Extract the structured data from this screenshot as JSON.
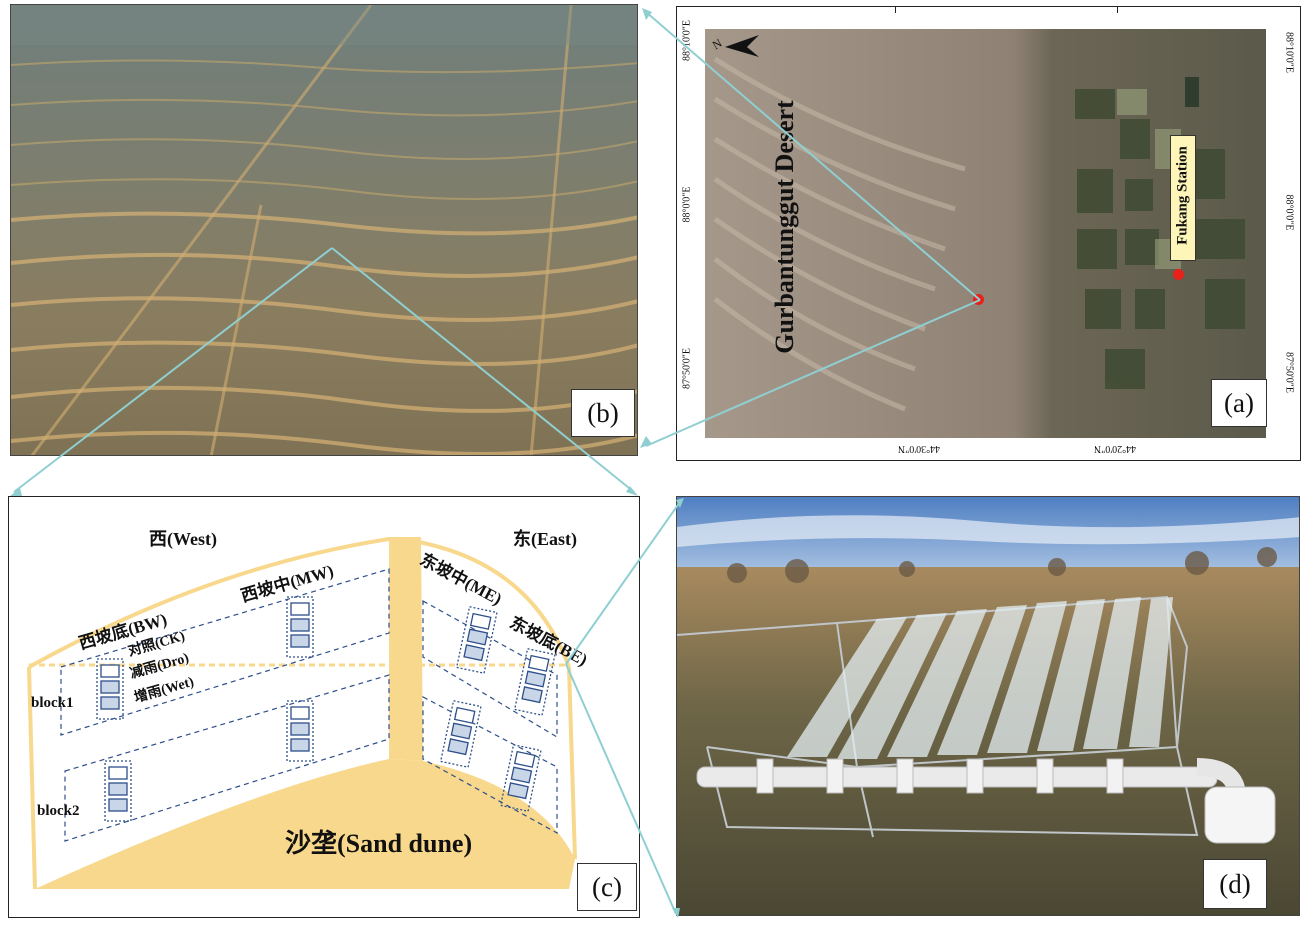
{
  "panel_a": {
    "label": "(a)",
    "desert_label": "Gurbantunggut Desert",
    "station_label": "Fukang Station",
    "north_symbol": "N",
    "lon_ticks": [
      "88°10'0\"E",
      "88°0'0\"E",
      "87°50'0\"E"
    ],
    "lat_ticks": [
      "44°30'0\"N",
      "44°20'0\"N"
    ],
    "right_ticks": [
      "88°10'0\"E",
      "88°0'0\"E",
      "87°50'0\"E"
    ]
  },
  "panel_b": {
    "label": "(b)"
  },
  "panel_c": {
    "label": "(c)",
    "west": "西(West)",
    "east": "东(East)",
    "bw": "西坡底(BW)",
    "mw": "西坡中(MW)",
    "me": "东坡中(ME)",
    "be": "东坡底(BE)",
    "ck": "对照(CK)",
    "dro": "减雨(Dro)",
    "wet": "增雨(Wet)",
    "block1": "block1",
    "block2": "block2",
    "dune": "沙垄(Sand dune)"
  },
  "panel_d": {
    "label": "(d)"
  },
  "colors": {
    "connector": "#8fcfd1",
    "sand": "#f8d88c",
    "station_dot": "#e8211a",
    "station_box": "#fdf6b8",
    "plot_border": "#2d4f8a"
  }
}
